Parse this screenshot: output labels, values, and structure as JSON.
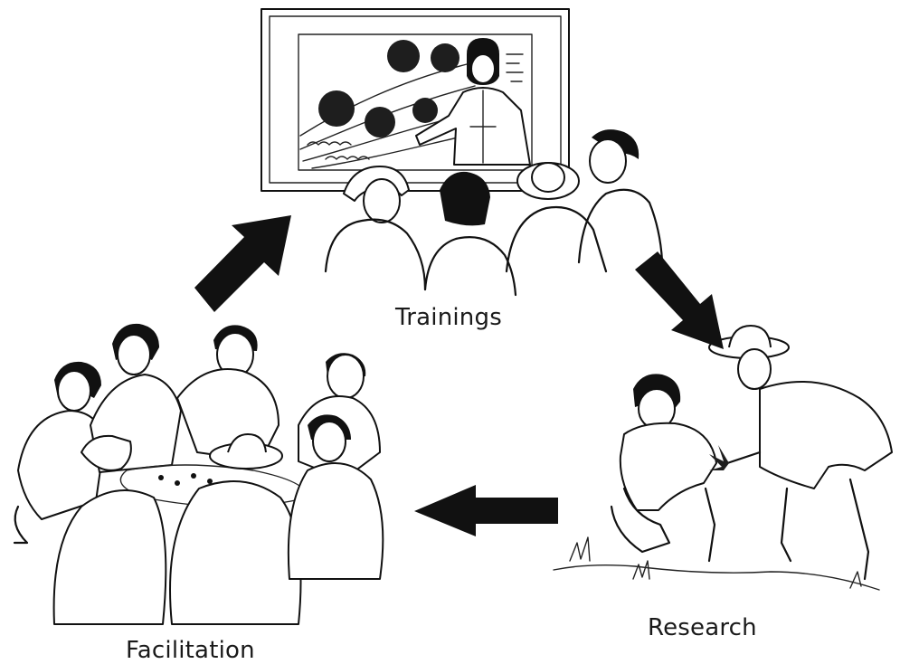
{
  "stages": {
    "trainings": {
      "label": "Trainings",
      "icon": "classroom-training-illustration"
    },
    "research": {
      "label": "Research",
      "icon": "field-research-illustration"
    },
    "facilitation": {
      "label": "Facilitation",
      "icon": "group-facilitation-illustration"
    }
  },
  "flow": [
    {
      "from": "Facilitation",
      "to": "Trainings"
    },
    {
      "from": "Trainings",
      "to": "Research"
    },
    {
      "from": "Research",
      "to": "Facilitation"
    }
  ],
  "colors": {
    "ink": "#111111",
    "background": "#ffffff"
  }
}
